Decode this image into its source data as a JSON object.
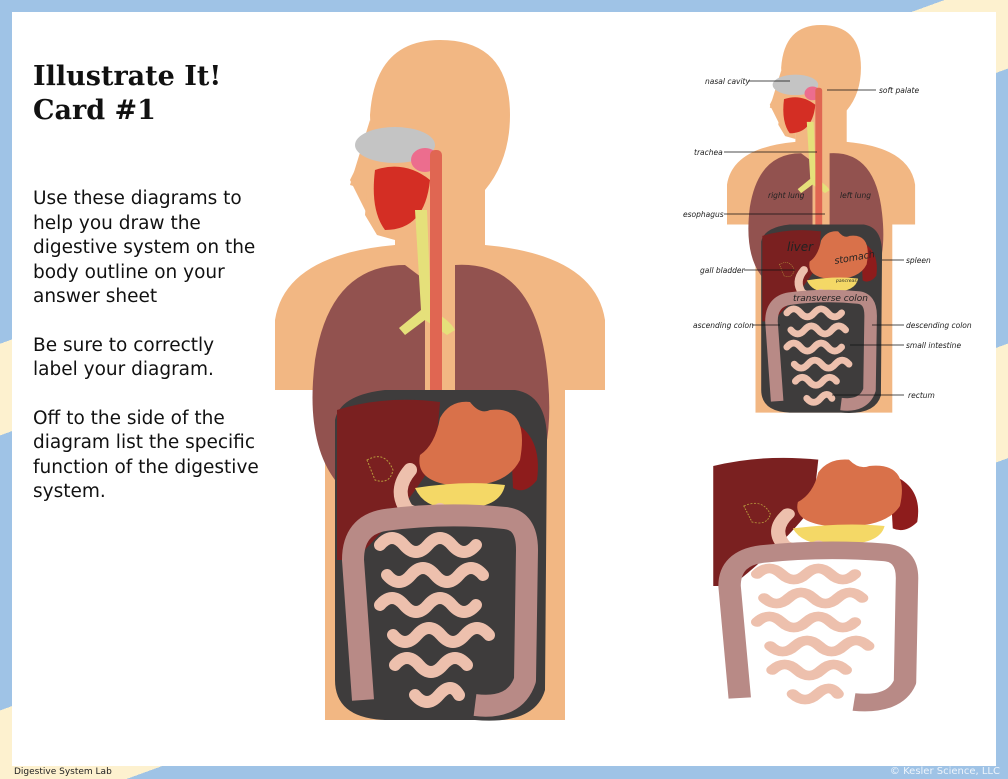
{
  "card": {
    "title_line1": "Illustrate It!",
    "title_line2": "Card #1",
    "instructions": [
      "Use these diagrams to help you draw the digestive system on the body outline on your answer sheet",
      "Be sure to correctly label your diagram.",
      "Off to the side of the diagram list the specific function of the digestive system."
    ]
  },
  "diagram_labels": {
    "nasal_cavity": "nasal cavity",
    "soft_palate": "soft palate",
    "trachea": "trachea",
    "right_lung": "right lung",
    "left_lung": "left lung",
    "esophagus": "esophagus",
    "liver": "liver",
    "stomach": "stomach",
    "spleen": "spleen",
    "gall_bladder": "gall bladder",
    "pancreas": "pancreas",
    "transverse_colon": "transverse colon",
    "ascending_colon": "ascending colon",
    "descending_colon": "descending colon",
    "small_intestine": "small intestine",
    "rectum": "rectum"
  },
  "footer": {
    "left": "Digestive System Lab",
    "right": "© Kesler Science, LLC"
  },
  "colors": {
    "skin": "#f2b783",
    "lung": "#92524f",
    "liver": "#7a2020",
    "stomach": "#d9714a",
    "colon": "#b88a86",
    "intestine": "#edc0ad",
    "cavity": "#3e3c3c",
    "pancreas": "#f4d866",
    "trachea": "#e5e07a"
  }
}
